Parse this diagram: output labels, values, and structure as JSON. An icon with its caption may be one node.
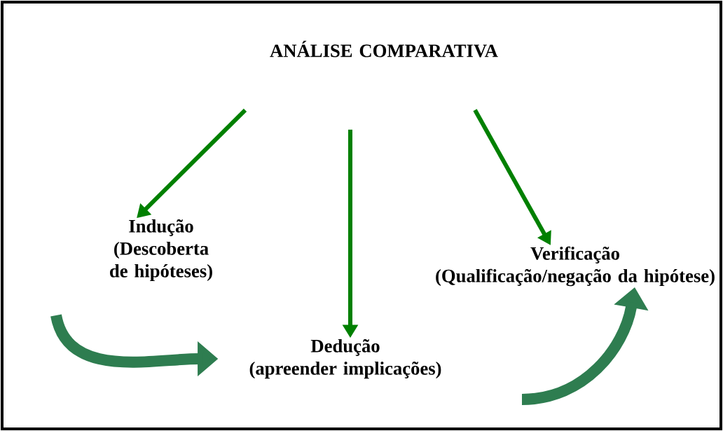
{
  "diagram": {
    "nodes": [
      {
        "text": [
          "ANÁLISE COMPARATIVA"
        ]
      },
      {
        "text": [
          "Indução",
          "(Descoberta de hipóteses)"
        ]
      },
      {
        "text": [
          "Dedução",
          "(apreender implicações)"
        ]
      },
      {
        "text": [
          "Verificação",
          "(Qualificação/negação da hipótese)"
        ]
      }
    ],
    "edges": [
      {
        "from": null,
        "to": 1,
        "arrow": "to"
      },
      {
        "from": null,
        "to": 2,
        "arrow": "to"
      },
      {
        "from": null,
        "to": 3,
        "arrow": "to"
      },
      {
        "from": null,
        "to": 2,
        "arrow": "to",
        "style": "thick",
        "color": "#2e7d50"
      },
      {
        "from": null,
        "to": 3,
        "arrow": "to",
        "style": "thick",
        "color": "#2e7d50"
      }
    ]
  }
}
